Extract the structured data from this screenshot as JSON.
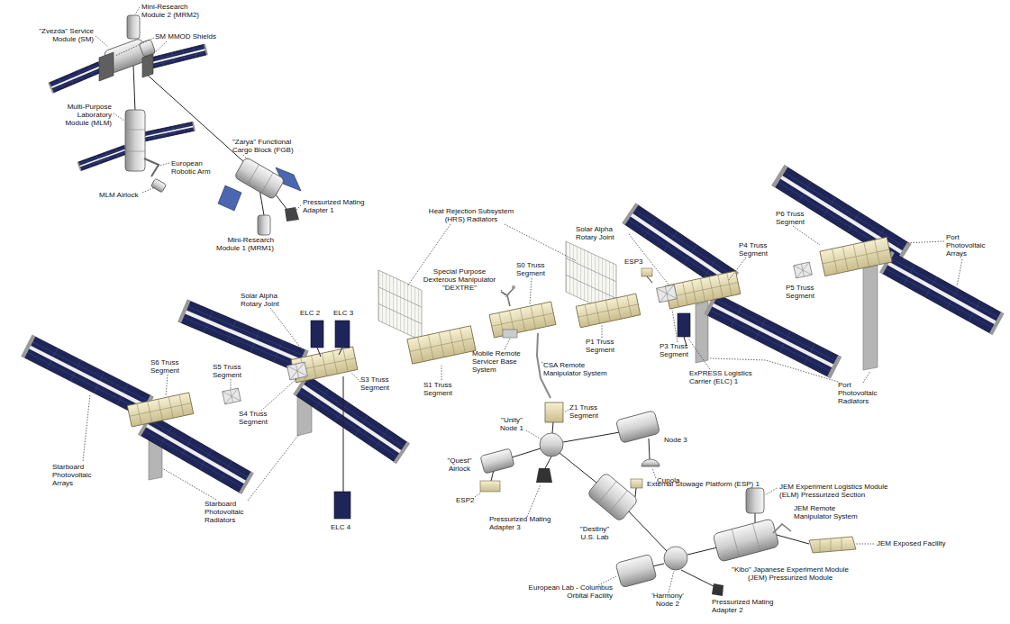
{
  "diagram": {
    "labels": [
      "Mini-Research Module 2 (MRM2)",
      "SM MMOD Shields",
      "\"Zvezda\" Service Module (SM)",
      "Multi-Purpose Laboratory Module (MLM)",
      "European Robotic Arm",
      "MLM Airlock",
      "\"Zarya\" Functional Cargo Block (FGB)",
      "Pressurized Mating Adapter 1",
      "Mini-Research Module 1 (MRM1)",
      "Heat Rejection Subsystem (HRS) Radiators",
      "Special Purpose Dexterous Manipulator \"DEXTRE\"",
      "S0 Truss Segment",
      "Solar Alpha Rotary Joint",
      "ESP3",
      "P4 Truss Segment",
      "P6 Truss Segment",
      "Port Photovoltaic Arrays",
      "P5 Truss Segment",
      "Solar Alpha Rotary Joint",
      "ELC 2",
      "ELC 3",
      "S6 Truss Segment",
      "S5 Truss Segment",
      "S3 Truss Segment",
      "S4 Truss Segment",
      "Mobile Remote Servicer Base System",
      "CSA Remote Manipulator System",
      "P1 Truss Segment",
      "P3 Truss Segment",
      "ExPRESS Logistics Carrier (ELC) 1",
      "S1 Truss Segment",
      "Port Photovoltaic Radiators",
      "Z1 Truss Segment",
      "\"Unity\" Node 1",
      "Node 3",
      "Cupola",
      "\"Quest\" Airlock",
      "Starboard Photovoltaic Arrays",
      "ESP2",
      "External Stowage Platform (ESP) 1",
      "JEM Experiment Logistics Module (ELM) Pressurized Section",
      "Pressurized Mating Adapter 3",
      "Starboard Photovoltaic Radiators",
      "JEM Remote Manipulator System",
      "JEM Exposed Facility",
      "\"Destiny\" U.S. Lab",
      "ELC 4",
      "\"Kibo\" Japanese Experiment Module (JEM) Pressurized Module",
      "European Lab - Columbus Orbital Facility",
      "'Harmony' Node 2",
      "Pressurized Mating Adapter 2"
    ]
  }
}
